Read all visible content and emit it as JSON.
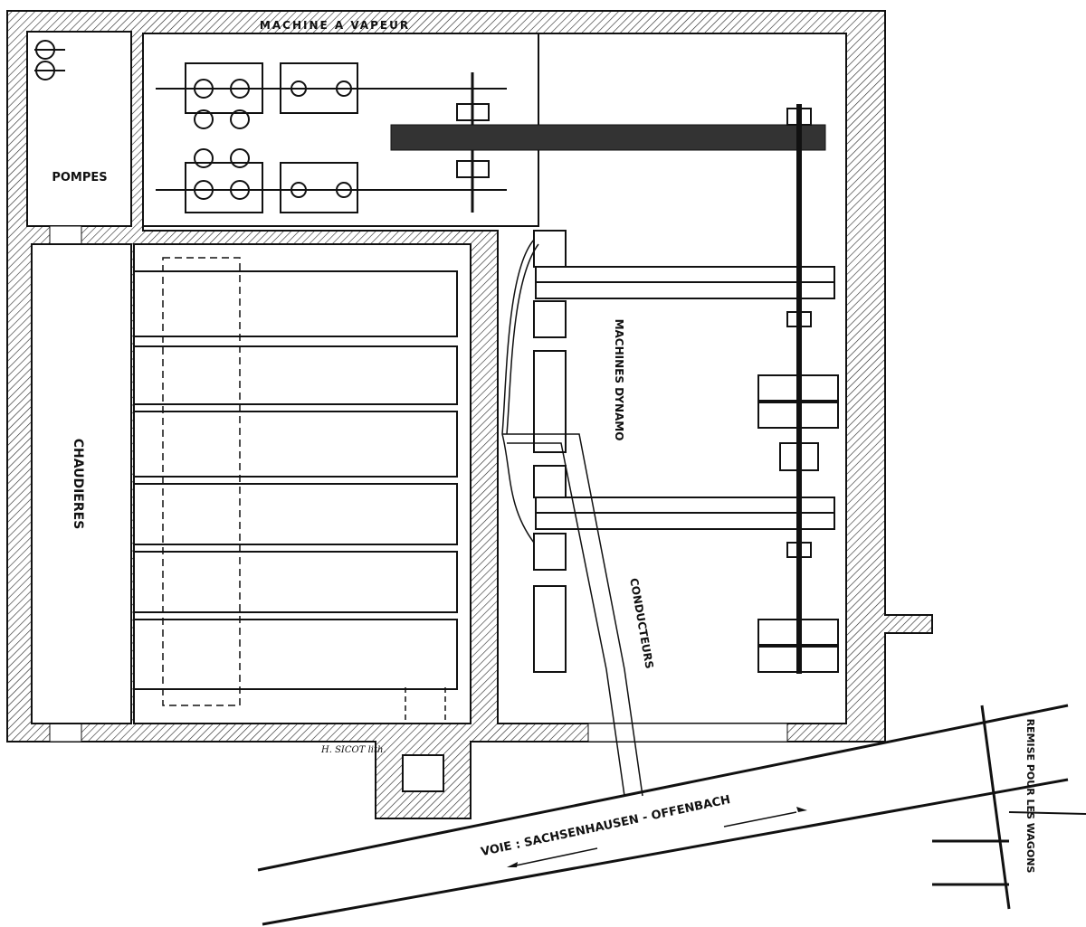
{
  "labels": {
    "steam_engine": "MACHINE A VAPEUR",
    "pumps": "POMPES",
    "boilers": "CHAUDIERES",
    "dynamos": "MACHINES DYNAMO",
    "conductors": "CONDUCTEURS",
    "track": "VOIE : SACHSENHAUSEN - OFFENBACH",
    "depot": "REMISE POUR LES WAGONS",
    "signature": "H. SICOT lith."
  },
  "colors": {
    "ink": "#111111",
    "paper": "#ffffff"
  }
}
